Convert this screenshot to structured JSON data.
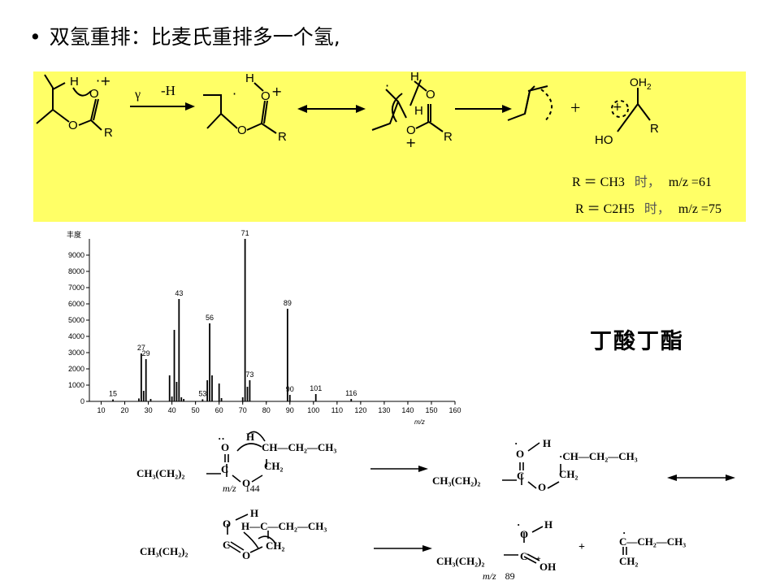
{
  "slide": {
    "bullet": "•",
    "title": "双氢重排：比麦氏重排多一个氢,",
    "compound_name": "丁酸丁酯"
  },
  "mechanism_top": {
    "arrow_label_gamma": "γ",
    "arrow_label_h": "-H",
    "plus": "+",
    "atoms": {
      "H": "H",
      "O": "O",
      "R": "R",
      "OH2": "OH2",
      "HO": "HO"
    },
    "cases": [
      {
        "r_label": "R ＝ CH3",
        "suffix": "时，",
        "mz": "m/z =61"
      },
      {
        "r_label": "R ＝ C2H5",
        "suffix": "时，",
        "mz": "m/z =75"
      }
    ]
  },
  "chart_data": {
    "type": "bar",
    "title": "",
    "ylabel": "丰度",
    "xlabel": "m/z",
    "xlim": [
      5,
      160
    ],
    "ylim": [
      0,
      10000
    ],
    "xticks": [
      10,
      20,
      30,
      40,
      50,
      60,
      70,
      80,
      90,
      100,
      110,
      120,
      130,
      140,
      150,
      160
    ],
    "yticks": [
      0,
      1000,
      2000,
      3000,
      4000,
      5000,
      6000,
      7000,
      8000,
      9000
    ],
    "peaks": [
      {
        "x": 15,
        "y": 120
      },
      {
        "x": 26,
        "y": 180
      },
      {
        "x": 27,
        "y": 2950
      },
      {
        "x": 28,
        "y": 650
      },
      {
        "x": 29,
        "y": 2600
      },
      {
        "x": 31,
        "y": 150
      },
      {
        "x": 39,
        "y": 1600
      },
      {
        "x": 40,
        "y": 300
      },
      {
        "x": 41,
        "y": 4400
      },
      {
        "x": 42,
        "y": 1200
      },
      {
        "x": 43,
        "y": 6300
      },
      {
        "x": 44,
        "y": 250
      },
      {
        "x": 45,
        "y": 150
      },
      {
        "x": 53,
        "y": 130
      },
      {
        "x": 55,
        "y": 1300
      },
      {
        "x": 56,
        "y": 4800
      },
      {
        "x": 57,
        "y": 1600
      },
      {
        "x": 60,
        "y": 1100
      },
      {
        "x": 61,
        "y": 200
      },
      {
        "x": 70,
        "y": 250
      },
      {
        "x": 71,
        "y": 10000
      },
      {
        "x": 72,
        "y": 900
      },
      {
        "x": 73,
        "y": 1300
      },
      {
        "x": 89,
        "y": 5700
      },
      {
        "x": 90,
        "y": 400
      },
      {
        "x": 101,
        "y": 450
      },
      {
        "x": 116,
        "y": 150
      }
    ],
    "peak_labels": [
      {
        "x": 15,
        "text": "15"
      },
      {
        "x": 27,
        "text": "27"
      },
      {
        "x": 29,
        "text": "29"
      },
      {
        "x": 43,
        "text": "43"
      },
      {
        "x": 53,
        "text": "53"
      },
      {
        "x": 56,
        "text": "56"
      },
      {
        "x": 71,
        "text": "71"
      },
      {
        "x": 73,
        "text": "73"
      },
      {
        "x": 89,
        "text": "89"
      },
      {
        "x": 90,
        "text": "90"
      },
      {
        "x": 101,
        "text": "101"
      },
      {
        "x": 116,
        "text": "116"
      }
    ]
  },
  "mechanism_bottom": {
    "row1": {
      "left": {
        "chain": "CH₃(CH₂)₂",
        "c": "C",
        "o_top": "O",
        "o_ring": "O",
        "h": "H",
        "ch": "CH",
        "ch_tail": "—CH₂—CH₃",
        "ch2": "CH₂",
        "mz": "m/z",
        "mz_value": "144"
      },
      "right": {
        "chain": "CH₃(CH₂)₂",
        "c": "C",
        "o_top": "O",
        "o_ring": "O",
        "h": "H",
        "ch": "CH",
        "ch_tail": "—CH₂—CH₃",
        "ch2": "CH₂"
      }
    },
    "row2": {
      "left": {
        "chain": "CH₃(CH₂)₂",
        "c": "C",
        "o_top": "O",
        "o_ring": "O",
        "h": "H",
        "hc": "H—C",
        "ch_tail": "—CH₂—CH₃",
        "ch2": "CH₂"
      },
      "right_product": {
        "chain": "CH₃(CH₂)₂",
        "c": "C",
        "o_top": "O",
        "oh": "OH",
        "h": "H",
        "mz": "m/z",
        "mz_value": "89"
      },
      "plus": "+",
      "fragment": {
        "c": "C",
        "tail": "—CH₂—CH₃",
        "ch2": "CH₂"
      }
    }
  },
  "colors": {
    "panel": "#ffff66",
    "ink": "#000000",
    "text_gray": "#333333"
  }
}
